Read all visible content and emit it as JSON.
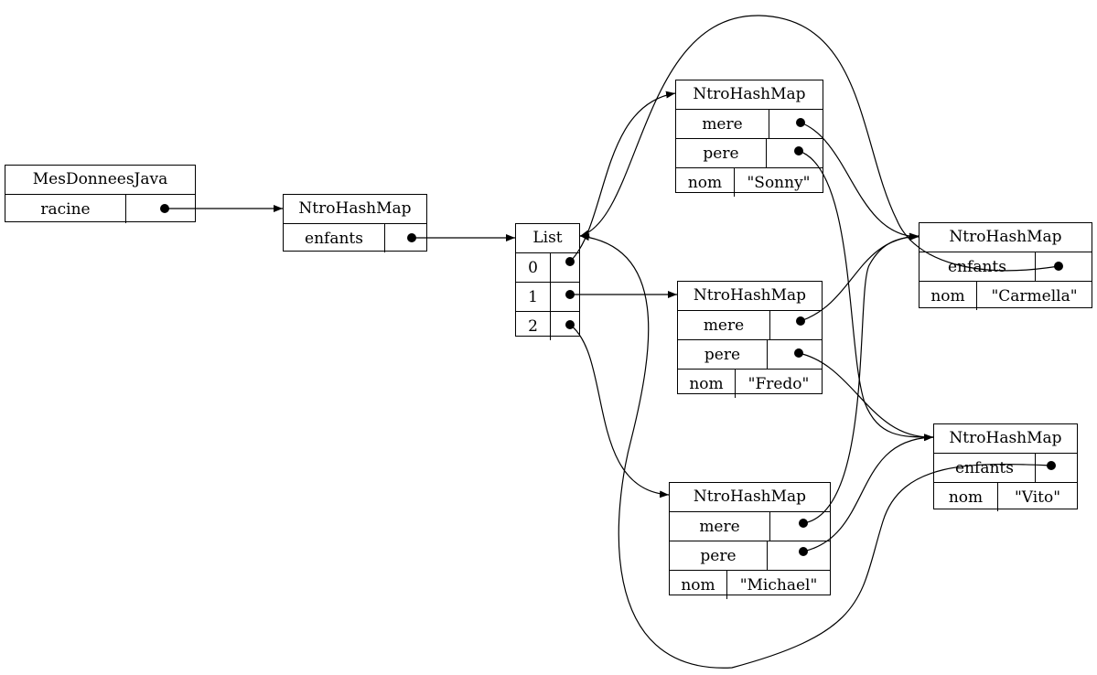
{
  "root": {
    "title": "MesDonneesJava",
    "field": "racine"
  },
  "rootMap": {
    "title": "NtroHashMap",
    "field": "enfants"
  },
  "list": {
    "title": "List",
    "indices": [
      "0",
      "1",
      "2"
    ]
  },
  "sonny": {
    "title": "NtroHashMap",
    "mere": "mere",
    "pere": "pere",
    "nomKey": "nom",
    "nomVal": "\"Sonny\""
  },
  "fredo": {
    "title": "NtroHashMap",
    "mere": "mere",
    "pere": "pere",
    "nomKey": "nom",
    "nomVal": "\"Fredo\""
  },
  "michael": {
    "title": "NtroHashMap",
    "mere": "mere",
    "pere": "pere",
    "nomKey": "nom",
    "nomVal": "\"Michael\""
  },
  "carmella": {
    "title": "NtroHashMap",
    "field": "enfants",
    "nomKey": "nom",
    "nomVal": "\"Carmella\""
  },
  "vito": {
    "title": "NtroHashMap",
    "field": "enfants",
    "nomKey": "nom",
    "nomVal": "\"Vito\""
  }
}
